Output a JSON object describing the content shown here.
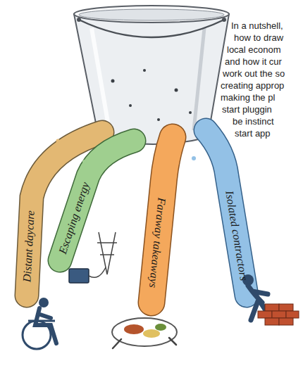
{
  "diagram": {
    "nodes": [
      {
        "text": [
          "Distant daycare"
        ]
      },
      {
        "text": [
          "Escaping energy"
        ]
      },
      {
        "text": [
          "Faraway takeaways"
        ]
      },
      {
        "text": [
          "Isolated contractors"
        ]
      }
    ],
    "labels": [
      "In a nutshell,",
      "how to draw",
      "local econom",
      "and how it cur",
      "work out the so",
      "creating approp",
      "making the pl",
      "start pluggin",
      "be instinct",
      "start app"
    ]
  }
}
